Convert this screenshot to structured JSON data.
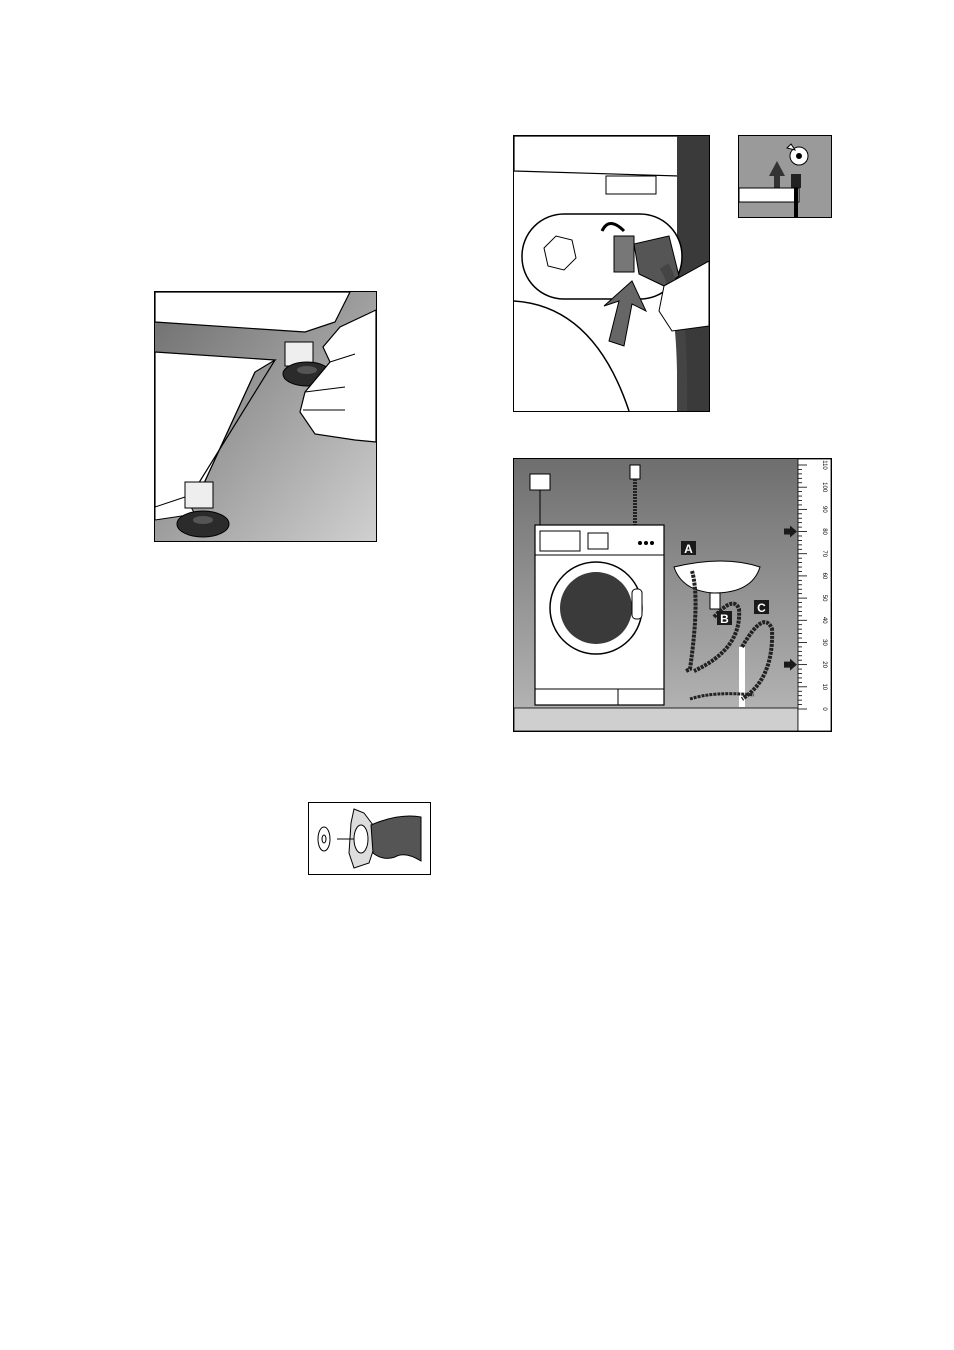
{
  "labels": {
    "a": "A",
    "b": "B",
    "c": "C"
  },
  "scale": {
    "ticks": [
      "0",
      "10",
      "20",
      "30",
      "40",
      "50",
      "60",
      "70",
      "80",
      "90",
      "100",
      "110"
    ],
    "markers": [
      "20",
      "80"
    ]
  },
  "colors": {
    "background": "#ffffff",
    "floor_gray": "#8a8a8a",
    "dark": "#1a1a1a"
  }
}
